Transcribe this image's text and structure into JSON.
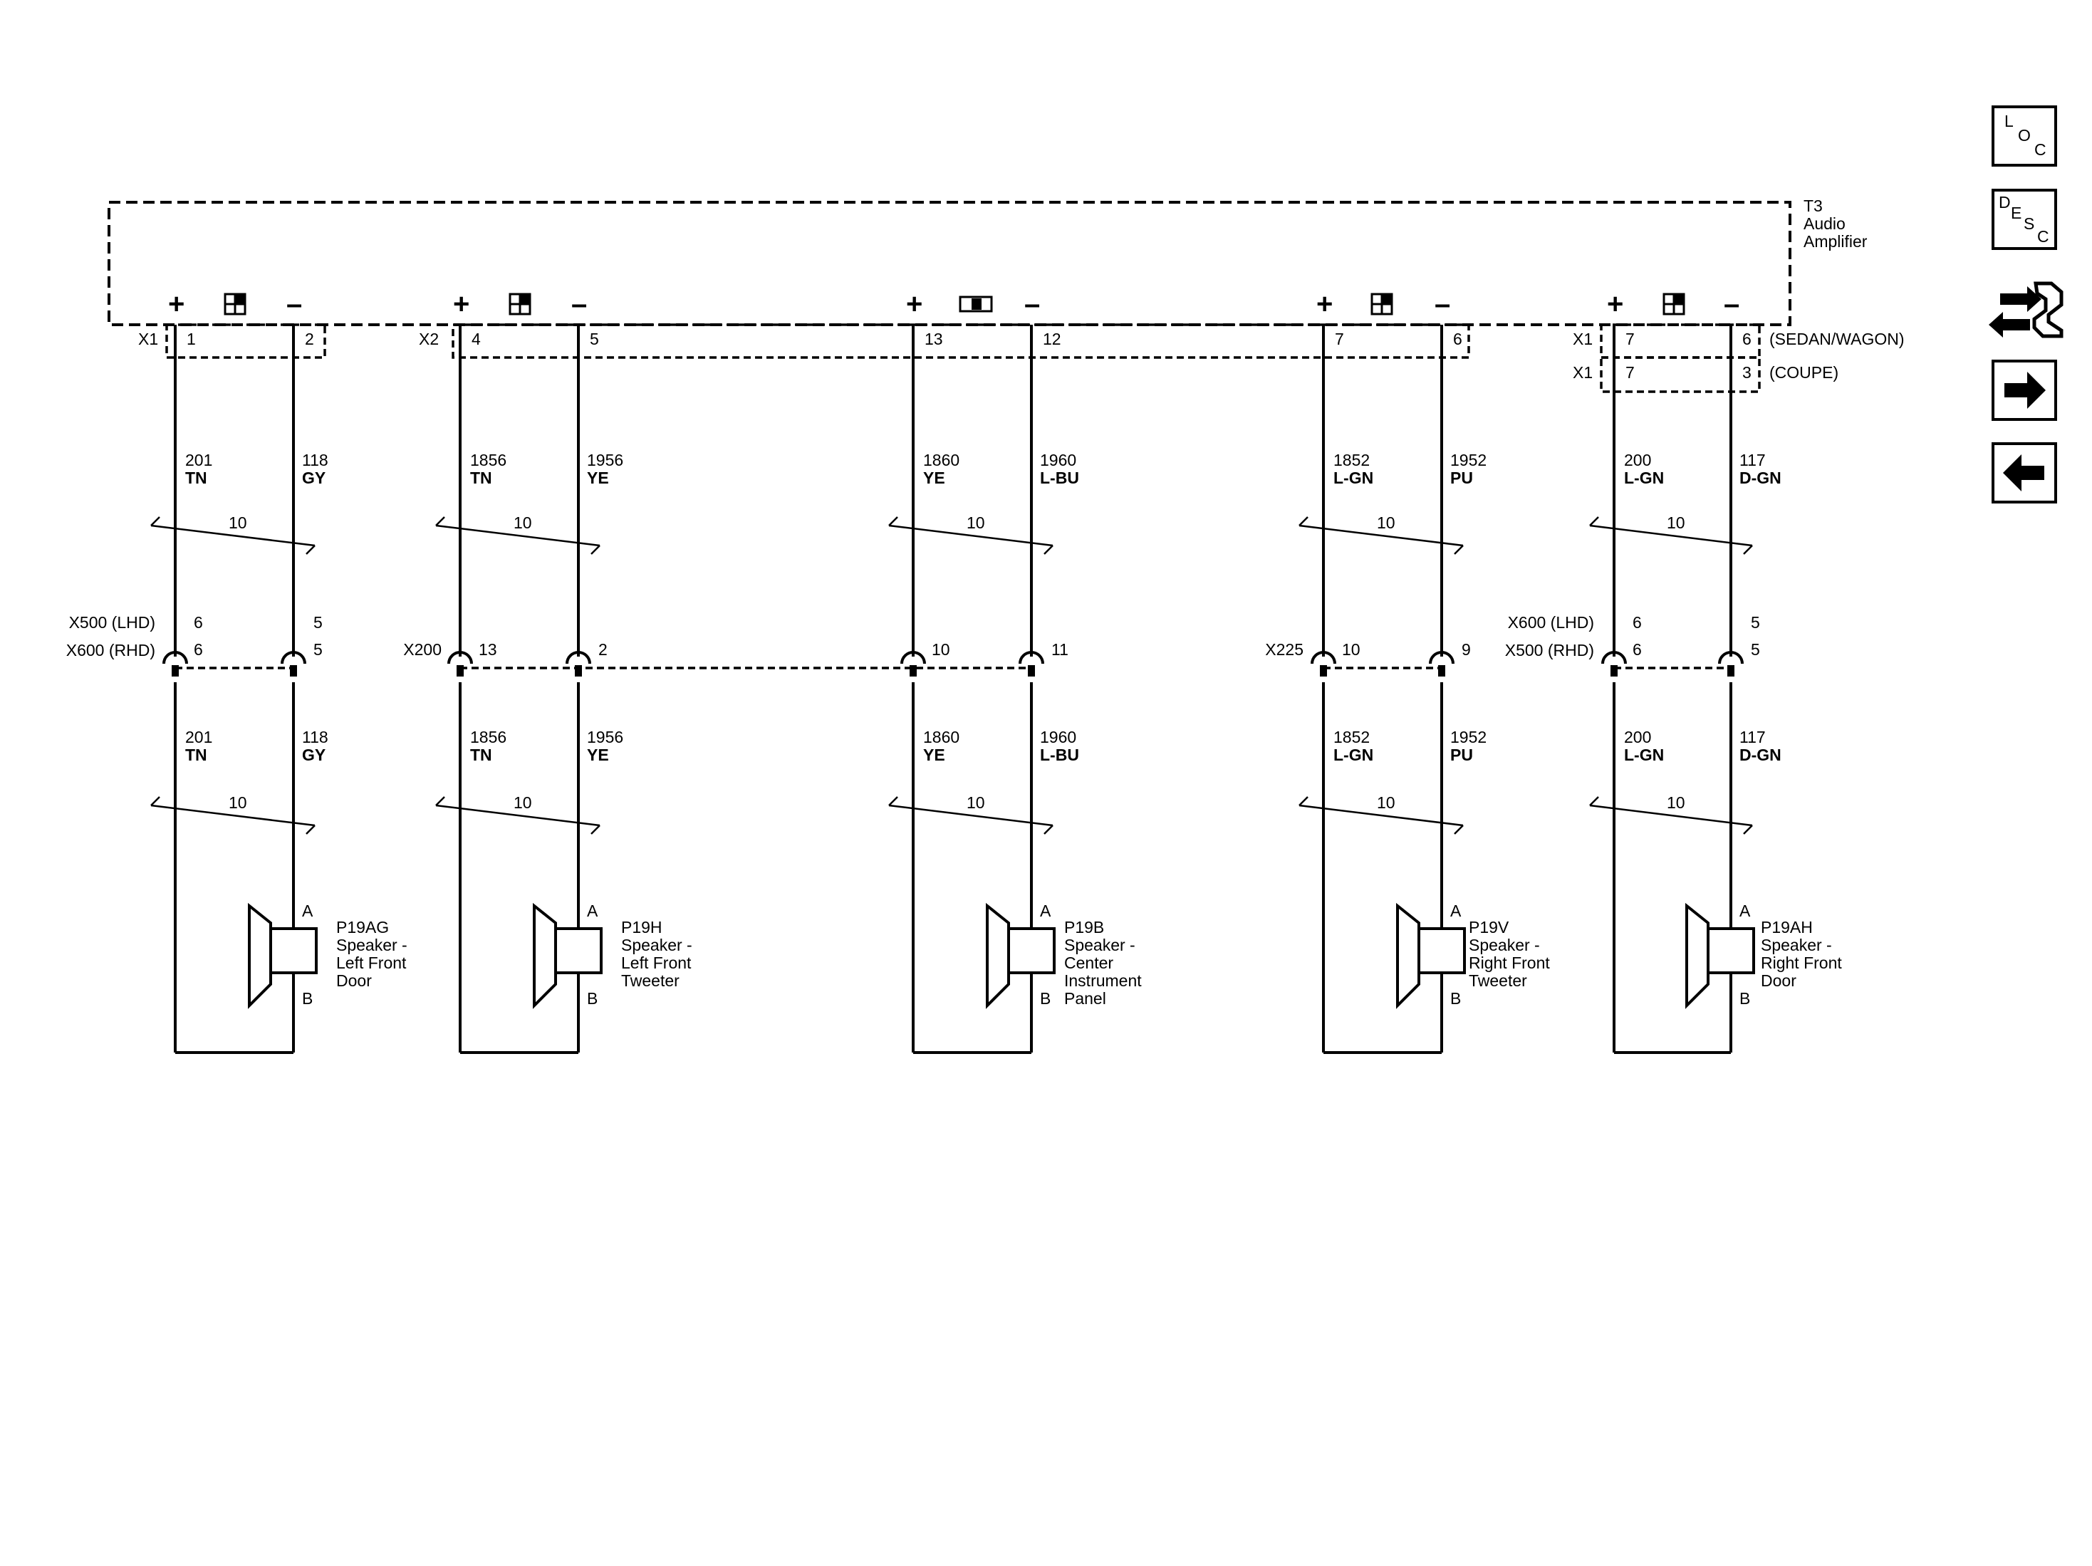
{
  "amplifier": {
    "id": "T3",
    "line1": "Audio",
    "line2": "Amplifier"
  },
  "connector_options": [
    {
      "connector": "X1",
      "label": "(SEDAN/WAGON)"
    },
    {
      "connector": "X1",
      "label": "(COUPE)"
    }
  ],
  "plus_sign": "+",
  "minus_sign": "–",
  "nav": {
    "loc_letters": [
      "L",
      "O",
      "C"
    ],
    "desc_letters": [
      "D",
      "E",
      "S",
      "C"
    ]
  },
  "channels": [
    {
      "amp_connector": "X1",
      "pin_plus": "1",
      "pin_minus": "2",
      "wire_plus": {
        "circuit": "201",
        "color": "TN"
      },
      "wire_minus": {
        "circuit": "118",
        "color": "GY"
      },
      "gauge_top": "10",
      "gauge_bottom": "10",
      "inline_labels": [
        "X500 (LHD)",
        "X600 (RHD)"
      ],
      "inline_pins_row1": [
        "6",
        "5"
      ],
      "inline_pins_row2": [
        "6",
        "5"
      ],
      "speaker": {
        "id": "P19AG",
        "desc": [
          "Speaker -",
          "Left Front",
          "Door"
        ],
        "term_a": "A",
        "term_b": "B"
      }
    },
    {
      "amp_connector": "X2",
      "pin_plus": "4",
      "pin_minus": "5",
      "wire_plus": {
        "circuit": "1856",
        "color": "TN"
      },
      "wire_minus": {
        "circuit": "1956",
        "color": "YE"
      },
      "gauge_top": "10",
      "gauge_bottom": "10",
      "inline_labels": [
        "X200"
      ],
      "inline_pins_row2": [
        "13",
        "2"
      ],
      "speaker": {
        "id": "P19H",
        "desc": [
          "Speaker -",
          "Left Front",
          "Tweeter"
        ],
        "term_a": "A",
        "term_b": "B"
      }
    },
    {
      "pin_plus": "13",
      "pin_minus": "12",
      "wire_plus": {
        "circuit": "1860",
        "color": "YE"
      },
      "wire_minus": {
        "circuit": "1960",
        "color": "L-BU"
      },
      "gauge_top": "10",
      "gauge_bottom": "10",
      "inline_pins_row2": [
        "10",
        "11"
      ],
      "speaker": {
        "id": "P19B",
        "desc": [
          "Speaker -",
          "Center",
          "Instrument",
          "Panel"
        ],
        "term_a": "A",
        "term_b": "B"
      }
    },
    {
      "pin_plus": "7",
      "pin_minus": "6",
      "wire_plus": {
        "circuit": "1852",
        "color": "L-GN"
      },
      "wire_minus": {
        "circuit": "1952",
        "color": "PU"
      },
      "gauge_top": "10",
      "gauge_bottom": "10",
      "inline_labels": [
        "X225"
      ],
      "inline_pins_row2": [
        "10",
        "9"
      ],
      "speaker": {
        "id": "P19V",
        "desc": [
          "Speaker -",
          "Right Front",
          "Tweeter"
        ],
        "term_a": "A",
        "term_b": "B"
      }
    },
    {
      "pin_plus": "7",
      "pin_minus": "6",
      "pin_plus_alt": "7",
      "pin_minus_alt": "3",
      "wire_plus": {
        "circuit": "200",
        "color": "L-GN"
      },
      "wire_minus": {
        "circuit": "117",
        "color": "D-GN"
      },
      "gauge_top": "10",
      "gauge_bottom": "10",
      "inline_labels": [
        "X600 (LHD)",
        "X500 (RHD)"
      ],
      "inline_pins_row1": [
        "6",
        "5"
      ],
      "inline_pins_row2": [
        "6",
        "5"
      ],
      "speaker": {
        "id": "P19AH",
        "desc": [
          "Speaker -",
          "Right Front",
          "Door"
        ],
        "term_a": "A",
        "term_b": "B"
      }
    }
  ]
}
